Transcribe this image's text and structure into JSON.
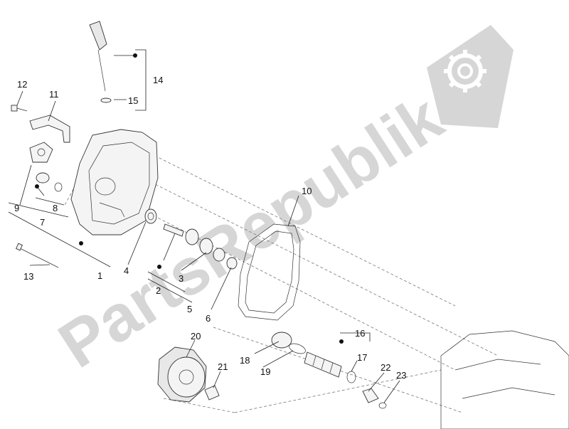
{
  "watermark": {
    "text": "PartsRepublik"
  },
  "callouts": [
    {
      "id": "c1",
      "label": "1"
    },
    {
      "id": "c2",
      "label": "2"
    },
    {
      "id": "c3",
      "label": "3"
    },
    {
      "id": "c4",
      "label": "4"
    },
    {
      "id": "c5",
      "label": "5"
    },
    {
      "id": "c6",
      "label": "6"
    },
    {
      "id": "c7",
      "label": "7"
    },
    {
      "id": "c8",
      "label": "8"
    },
    {
      "id": "c9",
      "label": "9"
    },
    {
      "id": "c10",
      "label": "10"
    },
    {
      "id": "c11",
      "label": "11"
    },
    {
      "id": "c12",
      "label": "12"
    },
    {
      "id": "c13",
      "label": "13"
    },
    {
      "id": "c14",
      "label": "14"
    },
    {
      "id": "c15",
      "label": "15"
    },
    {
      "id": "c16",
      "label": "16"
    },
    {
      "id": "c17",
      "label": "17"
    },
    {
      "id": "c18",
      "label": "18"
    },
    {
      "id": "c19",
      "label": "19"
    },
    {
      "id": "c20",
      "label": "20"
    },
    {
      "id": "c21",
      "label": "21"
    },
    {
      "id": "c22",
      "label": "22"
    },
    {
      "id": "c23",
      "label": "23"
    }
  ]
}
